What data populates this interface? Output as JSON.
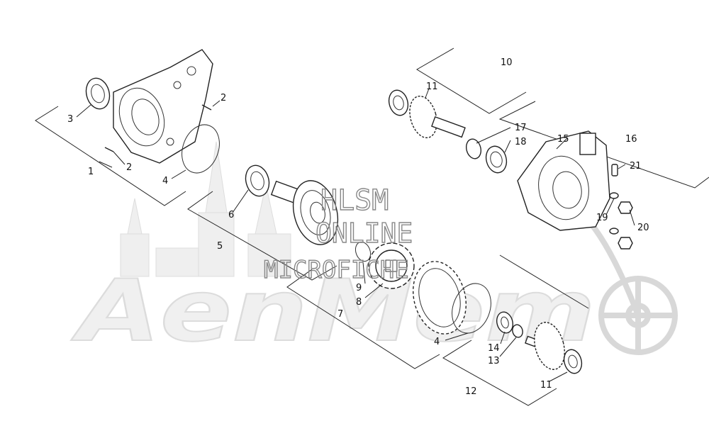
{
  "watermark": {
    "line1": "HLSM",
    "line2": "ONLINE",
    "line3": "MICROFICHE",
    "brand": "AenMem"
  },
  "callouts": [
    {
      "id": "c1",
      "text": "1"
    },
    {
      "id": "c2a",
      "text": "2"
    },
    {
      "id": "c2b",
      "text": "2"
    },
    {
      "id": "c3",
      "text": "3"
    },
    {
      "id": "c4a",
      "text": "4"
    },
    {
      "id": "c4b",
      "text": "4"
    },
    {
      "id": "c5",
      "text": "5"
    },
    {
      "id": "c6",
      "text": "6"
    },
    {
      "id": "c7",
      "text": "7"
    },
    {
      "id": "c8",
      "text": "8"
    },
    {
      "id": "c9",
      "text": "9"
    },
    {
      "id": "c10",
      "text": "10"
    },
    {
      "id": "c11a",
      "text": "11"
    },
    {
      "id": "c11b",
      "text": "11"
    },
    {
      "id": "c12",
      "text": "12"
    },
    {
      "id": "c13",
      "text": "13"
    },
    {
      "id": "c14",
      "text": "14"
    },
    {
      "id": "c15",
      "text": "15"
    },
    {
      "id": "c16",
      "text": "16"
    },
    {
      "id": "c17",
      "text": "17"
    },
    {
      "id": "c18",
      "text": "18"
    },
    {
      "id": "c19",
      "text": "19"
    },
    {
      "id": "c20",
      "text": "20"
    },
    {
      "id": "c21",
      "text": "21"
    }
  ]
}
